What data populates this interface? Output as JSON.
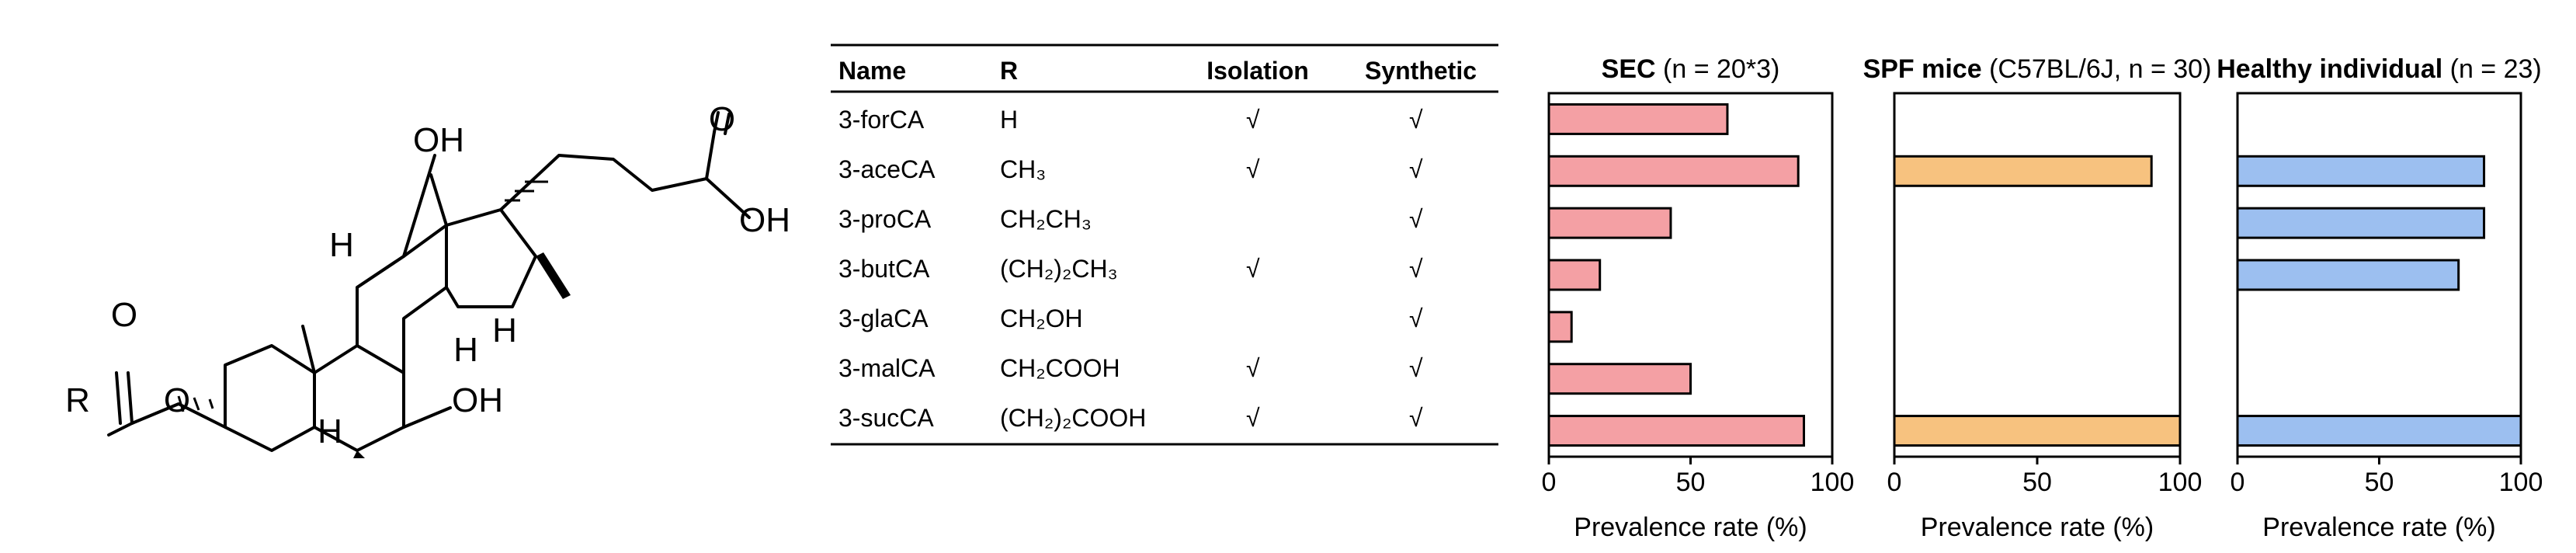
{
  "structure": {
    "labels": {
      "oh_top": "OH",
      "ketone_o": "O",
      "acid_oh": "OH",
      "ester_o": "O",
      "r": "R",
      "ether_o": "O",
      "oh_bottom": "OH",
      "h1": "H",
      "h2": "H",
      "h3": "H",
      "h4": "H"
    }
  },
  "table": {
    "headers": [
      "Name",
      "R",
      "Isolation",
      "Synthetic"
    ],
    "rows": [
      {
        "name": "3-forCA",
        "r": "H",
        "isolation": "√",
        "synthetic": "√"
      },
      {
        "name": "3-aceCA",
        "r": "CH₃",
        "isolation": "√",
        "synthetic": "√"
      },
      {
        "name": "3-proCA",
        "r": "CH₂CH₃",
        "isolation": "",
        "synthetic": "√"
      },
      {
        "name": "3-butCA",
        "r": "(CH₂)₂CH₃",
        "isolation": "√",
        "synthetic": "√"
      },
      {
        "name": "3-glaCA",
        "r": "CH₂OH",
        "isolation": "",
        "synthetic": "√"
      },
      {
        "name": "3-malCA",
        "r": "CH₂COOH",
        "isolation": "√",
        "synthetic": "√"
      },
      {
        "name": "3-sucCA",
        "r": "(CH₂)₂COOH",
        "isolation": "√",
        "synthetic": "√"
      }
    ]
  },
  "chart_data": [
    {
      "type": "bar",
      "title_bold": "SEC",
      "title_rest": " (n = 20*3)",
      "xlabel": "Prevalence rate (%)",
      "xlim": [
        0,
        100
      ],
      "xticks": [
        "0",
        "50",
        "100"
      ],
      "categories": [
        "3-forCA",
        "3-aceCA",
        "3-proCA",
        "3-butCA",
        "3-glaCA",
        "3-malCA",
        "3-sucCA"
      ],
      "values": [
        63,
        88,
        43,
        18,
        8,
        50,
        90
      ],
      "color": "#f4a0a4"
    },
    {
      "type": "bar",
      "title_bold": "SPF mice",
      "title_rest": " (C57BL/6J, n = 30)",
      "xlabel": "Prevalence rate (%)",
      "xlim": [
        0,
        100
      ],
      "xticks": [
        "0",
        "50",
        "100"
      ],
      "categories": [
        "3-forCA",
        "3-aceCA",
        "3-proCA",
        "3-butCA",
        "3-glaCA",
        "3-malCA",
        "3-sucCA"
      ],
      "values": [
        0,
        90,
        0,
        0,
        0,
        0,
        100
      ],
      "color": "#f7c27f"
    },
    {
      "type": "bar",
      "title_bold": "Healthy individual",
      "title_rest": " (n = 23)",
      "xlabel": "Prevalence rate (%)",
      "xlim": [
        0,
        100
      ],
      "xticks": [
        "0",
        "50",
        "100"
      ],
      "categories": [
        "3-forCA",
        "3-aceCA",
        "3-proCA",
        "3-butCA",
        "3-glaCA",
        "3-malCA",
        "3-sucCA"
      ],
      "values": [
        0,
        87,
        87,
        78,
        0,
        0,
        100
      ],
      "color": "#9cbff0"
    }
  ]
}
